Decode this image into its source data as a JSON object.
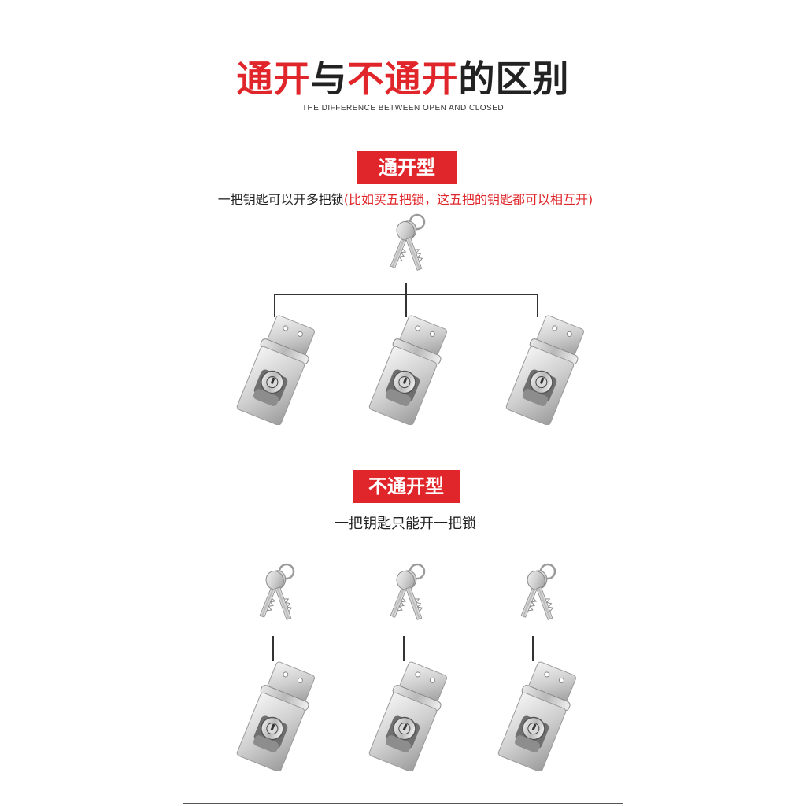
{
  "header": {
    "title_part1": "通开",
    "title_part2": "与",
    "title_part3": "不通开",
    "title_part4": "的区别",
    "subtitle": "THE DIFFERENCE BETWEEN OPEN AND CLOSED"
  },
  "section_common": {
    "tag": "通开型",
    "desc_main": "一把钥匙可以开多把锁",
    "desc_note": "(比如买五把锁，这五把的钥匙都可以相互开)"
  },
  "section_unique": {
    "tag": "不通开型",
    "desc": "一把钥匙只能开一把锁"
  },
  "colors": {
    "accent": "#e0262a",
    "text": "#222222"
  },
  "icons": [
    "key-icon",
    "hasp-lock-icon"
  ]
}
